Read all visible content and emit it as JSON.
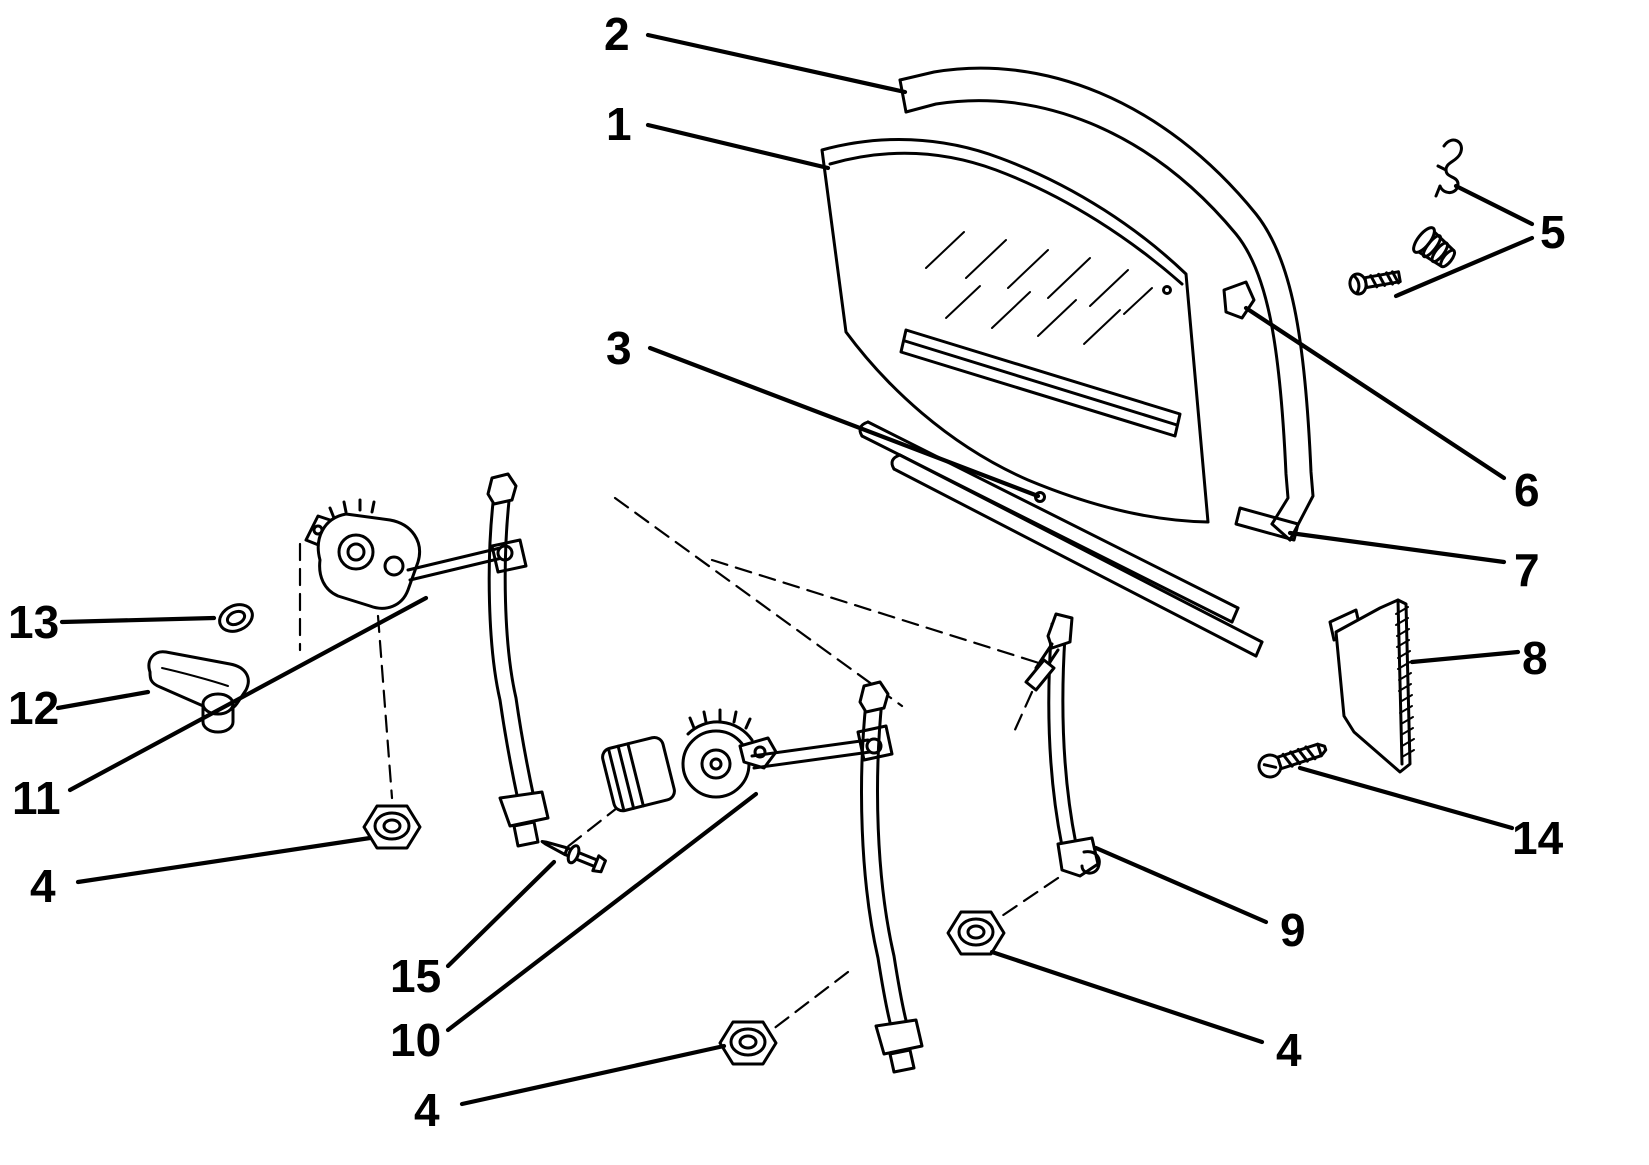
{
  "figure": {
    "background_color": "#ffffff",
    "line_color": "#000000"
  },
  "callouts": [
    {
      "label": "2"
    },
    {
      "label": "1"
    },
    {
      "label": "3"
    },
    {
      "label": "5"
    },
    {
      "label": "6"
    },
    {
      "label": "7"
    },
    {
      "label": "8"
    },
    {
      "label": "14"
    },
    {
      "label": "9"
    },
    {
      "label": "4"
    },
    {
      "label": "13"
    },
    {
      "label": "12"
    },
    {
      "label": "11"
    },
    {
      "label": "4"
    },
    {
      "label": "15"
    },
    {
      "label": "10"
    },
    {
      "label": "4"
    }
  ]
}
